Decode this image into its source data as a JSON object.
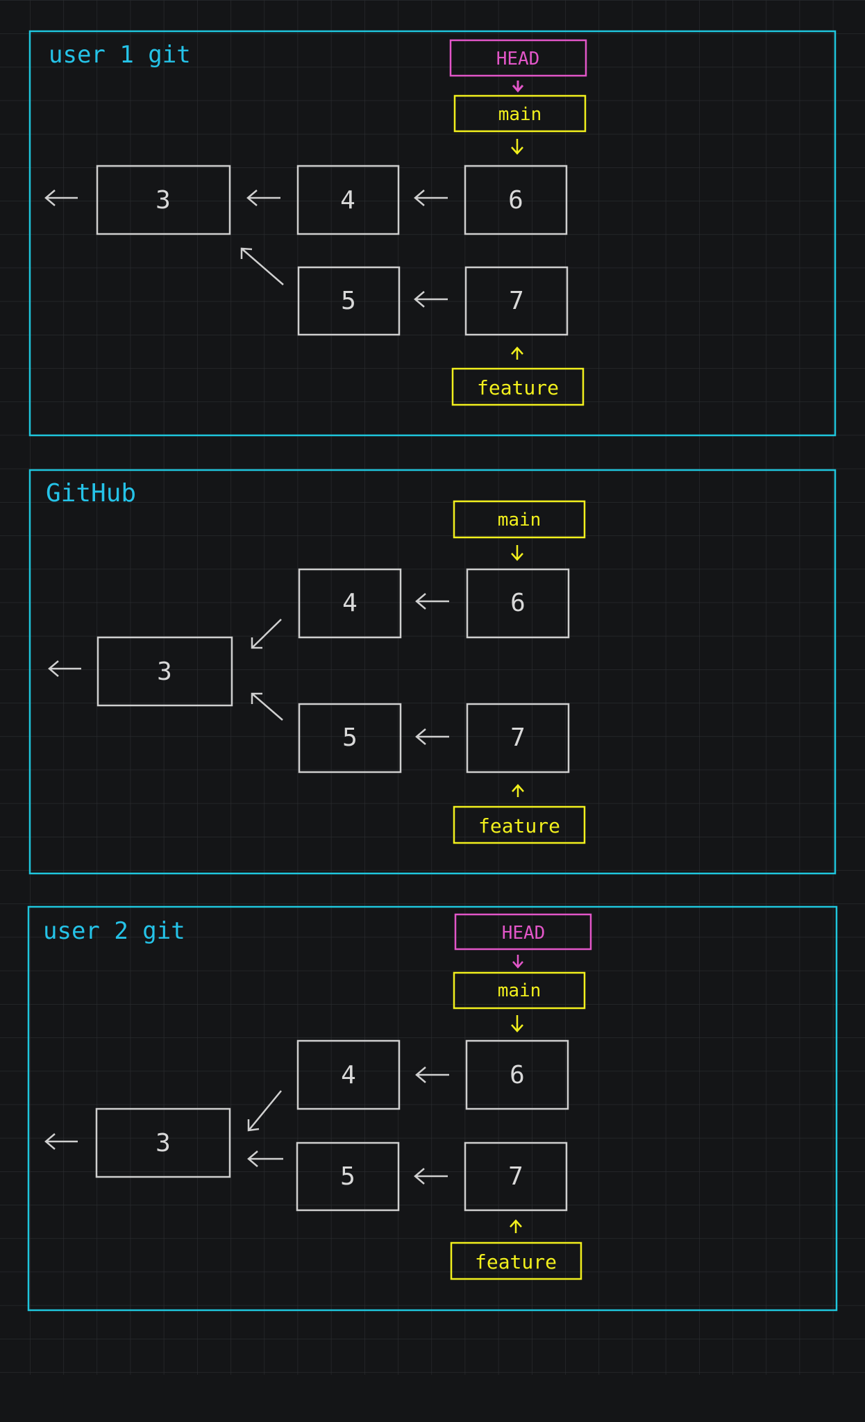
{
  "colors": {
    "background": "#141517",
    "grid": "#2c2e31",
    "panel_border": "#1fc6dd",
    "commit_border": "#cfcfcf",
    "commit_text": "#d9d9d9",
    "arrow": "#d0d0d0",
    "head": "#e256c8",
    "branch": "#f2f01d",
    "panel_title": "#25c3e8"
  },
  "panels": [
    {
      "title": "user 1 git",
      "head_label": "HEAD",
      "main_label": "main",
      "feature_label": "feature",
      "commits": [
        "3",
        "4",
        "5",
        "6",
        "7"
      ]
    },
    {
      "title": "GitHub",
      "main_label": "main",
      "feature_label": "feature",
      "commits": [
        "3",
        "4",
        "5",
        "6",
        "7"
      ]
    },
    {
      "title": "user 2 git",
      "head_label": "HEAD",
      "main_label": "main",
      "feature_label": "feature",
      "commits": [
        "3",
        "4",
        "5",
        "6",
        "7"
      ]
    }
  ]
}
